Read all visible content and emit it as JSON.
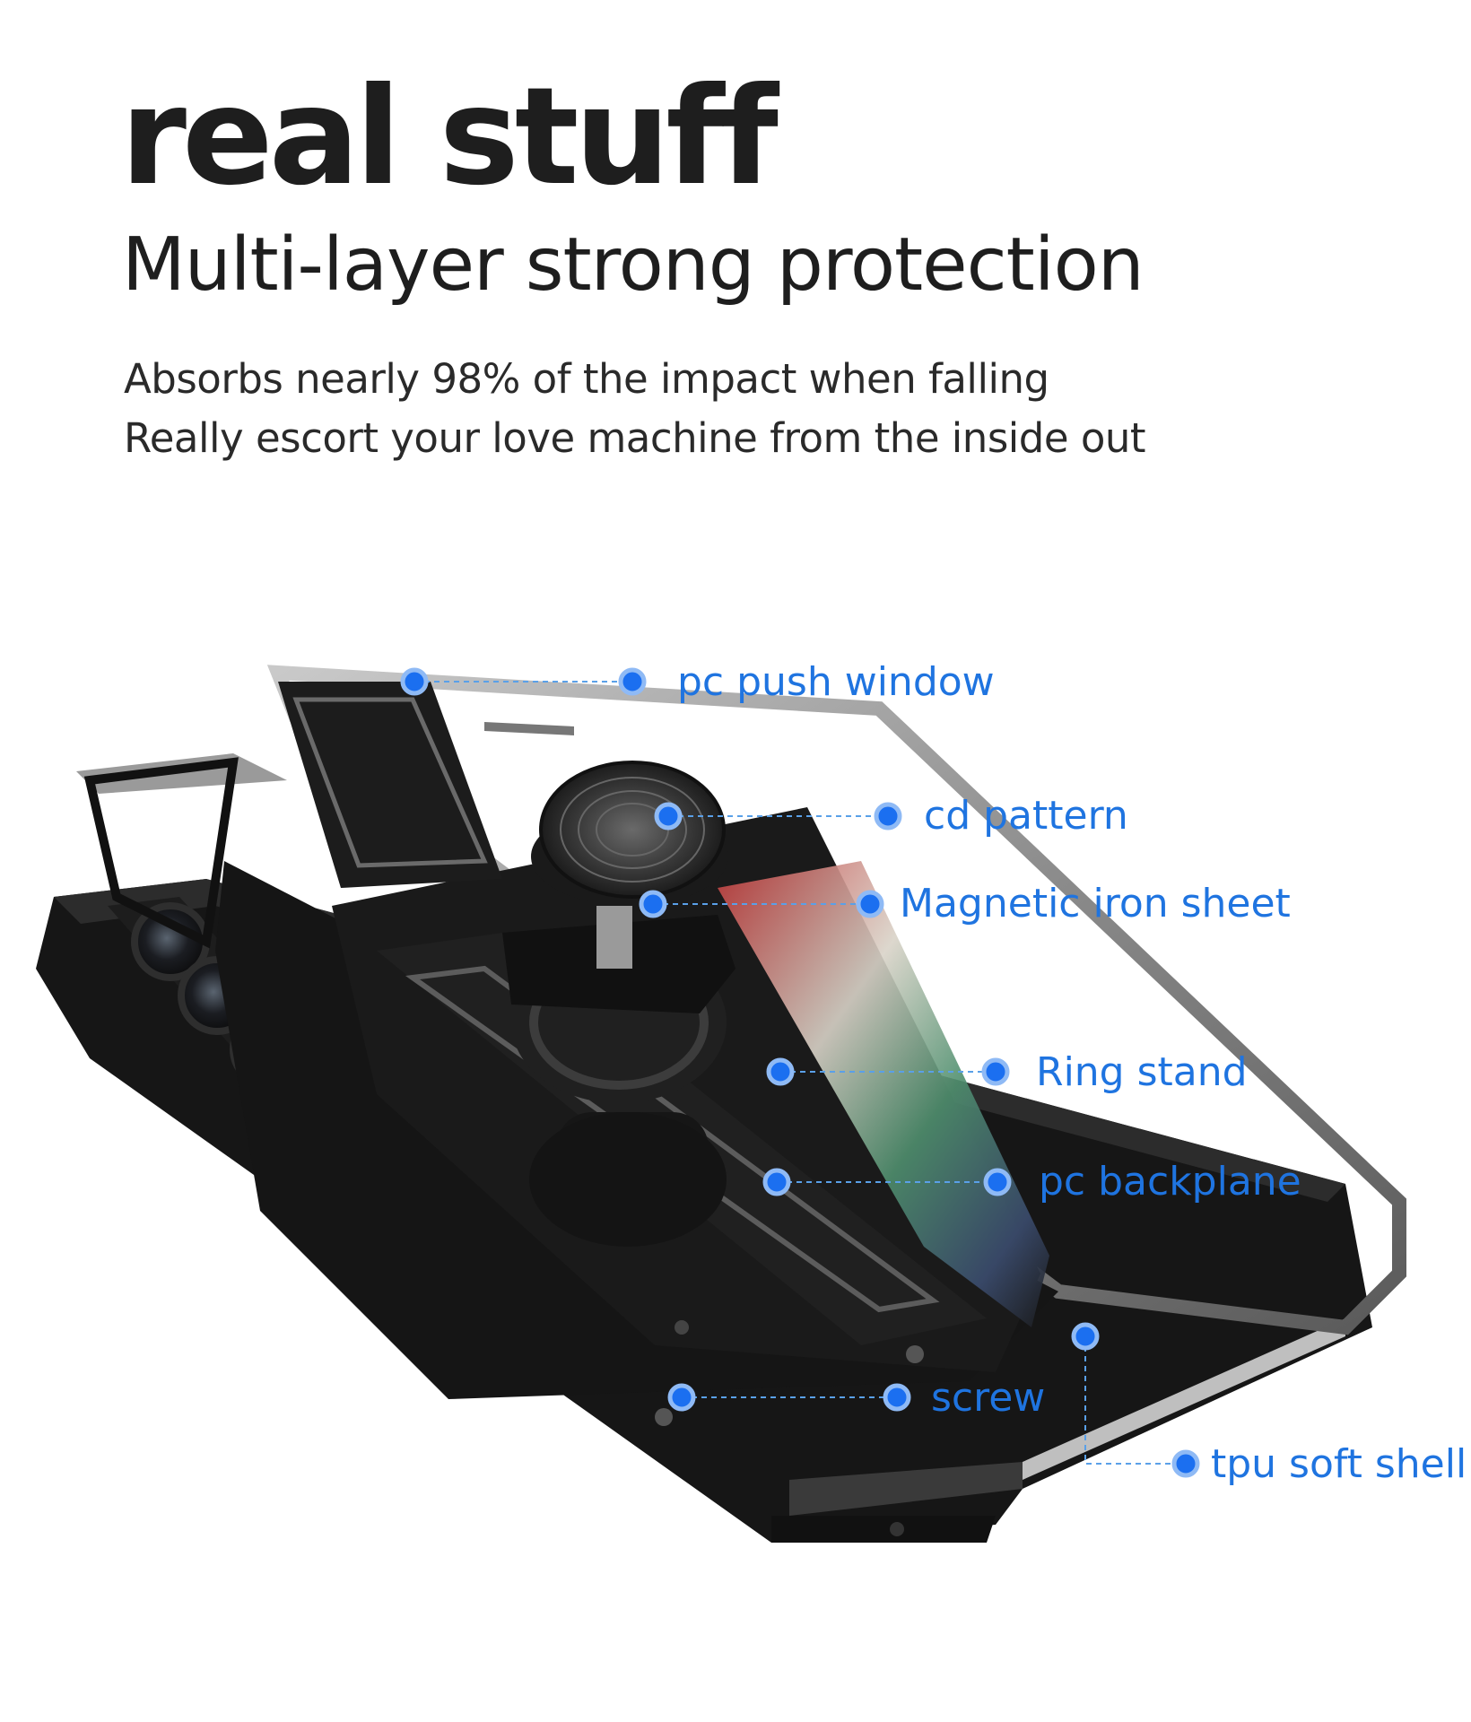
{
  "header": {
    "title": "real stuff",
    "subtitle": "Multi-layer strong protection",
    "description_line_1": "Absorbs nearly 98% of the impact when falling",
    "description_line_2": "Really escort your love machine from the inside out"
  },
  "callouts": {
    "pc_push_window": "pc push window",
    "cd_pattern": "cd pattern",
    "magnetic_iron_sheet": "Magnetic iron sheet",
    "ring_stand": "Ring stand",
    "pc_backplane": "pc backplane",
    "screw": "screw",
    "tpu_soft_shell": "tpu soft shell"
  },
  "colors": {
    "callout_blue": "#1f74e0",
    "dot_blue": "#1b6ff0",
    "text_dark": "#1e1e1e",
    "case_black": "#141414",
    "frame_silver": "#9a9a9a"
  }
}
